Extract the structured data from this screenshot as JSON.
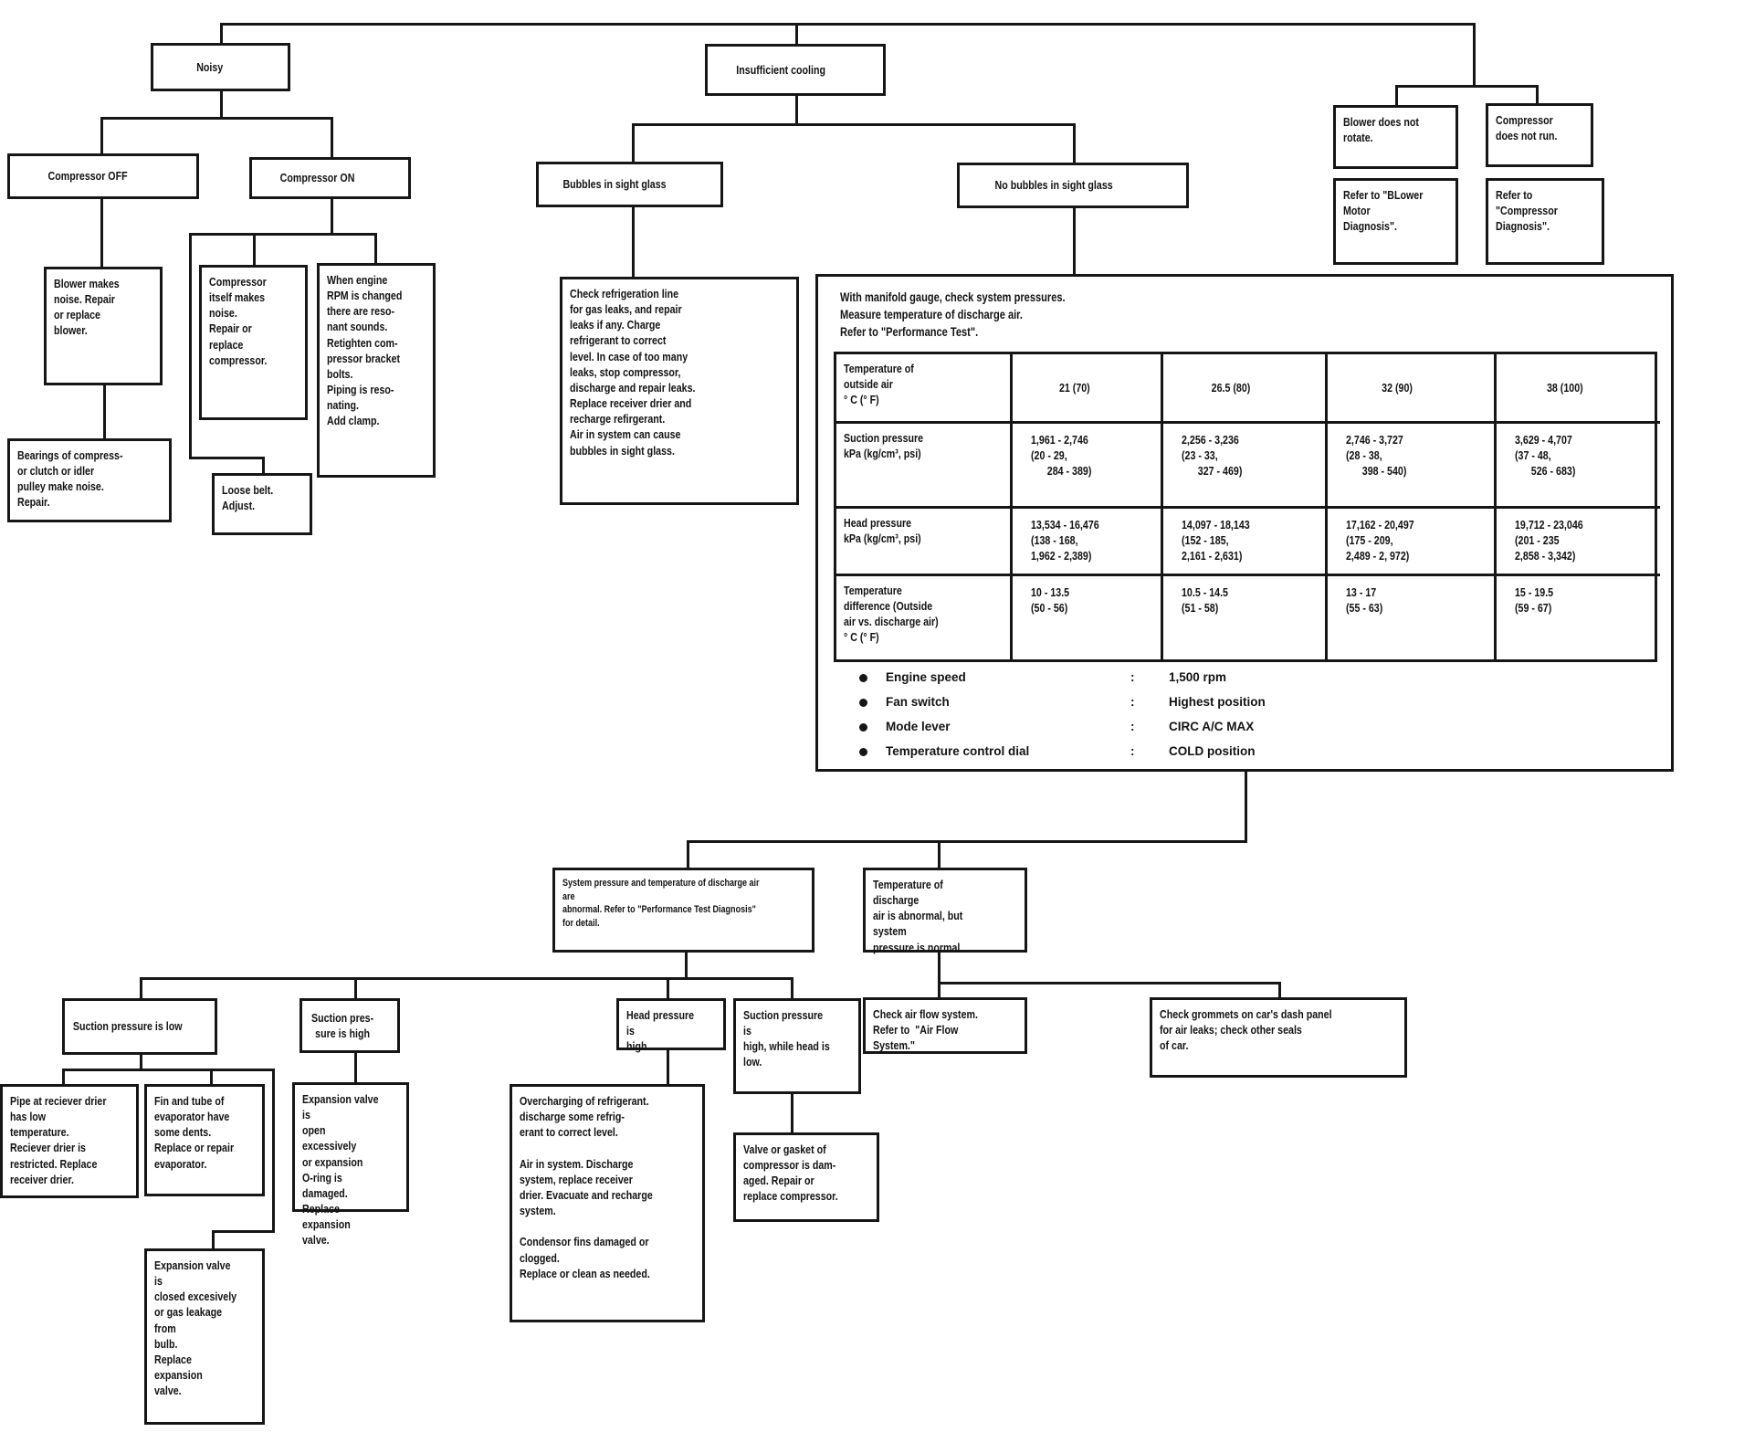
{
  "nodes": {
    "noisy": "Noisy",
    "compressor_off": "Compressor OFF",
    "compressor_on": "Compressor ON",
    "blower_noise": "Blower makes\nnoise. Repair\nor replace\nblower.",
    "bearings": "Bearings of compress-\nor clutch or idler\npulley make noise.\nRepair.",
    "compressor_itself": "Compressor\nitself makes\nnoise.\nRepair or\nreplace\ncompressor.",
    "loose_belt": "Loose belt.\nAdjust.",
    "when_engine": "When engine\nRPM is changed\nthere are reso-\nnant sounds.\nRetighten com-\npressor bracket\nbolts.\nPiping is reso-\nnating.\nAdd clamp.",
    "insufficient_cooling": "Insufficient cooling",
    "bubbles": "Bubbles in sight glass",
    "no_bubbles": "No bubbles in sight glass",
    "check_refrigeration": "Check refrigeration line\nfor gas leaks, and repair\nleaks if any. Charge\nrefrigerant to correct\nlevel. In case of too many\nleaks, stop compressor,\ndischarge and repair leaks.\nReplace receiver drier and\nrecharge refirgerant.\nAir in system can cause\nbubbles in sight glass.",
    "blower_not_rotate": "Blower does not\nrotate.",
    "refer_blower": "Refer to \"BLower\nMotor\nDiagnosis\".",
    "compressor_not_run": "Compressor\ndoes not run.",
    "refer_compressor": "Refer to\n\"Compressor\nDiagnosis\".",
    "sys_abnormal": "System pressure and temperature of discharge air are\nabnormal. Refer to \"Performance Test Diagnosis\"\nfor detail.",
    "temp_abnormal": "Temperature of discharge\nair is abnormal, but system\npressure is normal.",
    "suction_low": "Suction pressure is low",
    "suction_high": "Suction pres-\nsure is high",
    "head_high": "Head pressure is\nhigh.",
    "suction_high_head_low": "Suction pressure is\nhigh, while head is\nlow.",
    "pipe_receiver": "Pipe at reciever drier\nhas low temperature.\nReciever drier is\nrestricted. Replace\nreceiver drier.",
    "fin_tube": "Fin and tube of\nevaporator have\nsome dents.\nReplace or repair\nevaporator.",
    "expansion_closed": "Expansion valve is\nclosed excesively\nor gas leakage from\nbulb.\nReplace expansion\nvalve.",
    "expansion_open": "Expansion valve is\nopen excessively\nor expansion\nO-ring is damaged.\nReplace expansion\nvalve.",
    "overcharging": "Overcharging of refrigerant.\ndischarge some refrig-\nerant to correct level.\n\nAir in system. Discharge\nsystem, replace receiver\ndrier. Evacuate and recharge\nsystem.\n\nCondensor fins damaged or\nclogged.\nReplace or clean as needed.",
    "valve_gasket": "Valve or gasket of\ncompressor is dam-\naged. Repair or\nreplace compressor.",
    "check_airflow": "Check air flow system.\nRefer to  \"Air Flow System.\"",
    "check_grommets": "Check grommets on car's dash panel\nfor air leaks; check other seals\nof car."
  },
  "big_box": {
    "intro": "With manifold gauge, check system pressures.\nMeasure temperature of discharge air.\nRefer to \"Performance Test\".",
    "table": {
      "corner": "Temperature of\noutside air\n° C (° F)",
      "col_headers": [
        "21 (70)",
        "26.5 (80)",
        "32 (90)",
        "38 (100)"
      ],
      "rows": [
        {
          "label": "Suction pressure\nkPa (kg/cm³, psi)",
          "values": [
            "1,961 - 2,746\n(20 - 29,\n      284 - 389)",
            "2,256 - 3,236\n(23 - 33,\n      327 - 469)",
            "2,746 - 3,727\n(28 - 38,\n      398 - 540)",
            "3,629 - 4,707\n(37 - 48,\n      526 - 683)"
          ]
        },
        {
          "label": "Head pressure\nkPa (kg/cm³, psi)",
          "values": [
            "13,534 - 16,476\n(138 - 168,\n1,962 - 2,389)",
            "14,097 - 18,143\n(152 - 185,\n2,161 - 2,631)",
            "17,162 - 20,497\n(175 - 209,\n2,489 - 2, 972)",
            "19,712 - 23,046\n(201 - 235\n2,858 - 3,342)"
          ]
        },
        {
          "label": "Temperature\ndifference (Outside\nair vs. discharge air)\n° C (° F)",
          "values": [
            "10 - 13.5\n(50 - 56)",
            "10.5 - 14.5\n(51 - 58)",
            "13 - 17\n(55 - 63)",
            "15 - 19.5\n(59 - 67)"
          ]
        }
      ]
    },
    "separator": ":",
    "conditions": [
      {
        "label": "Engine speed",
        "value": "1,500 rpm"
      },
      {
        "label": "Fan switch",
        "value": "Highest position"
      },
      {
        "label": "Mode lever",
        "value": "CIRC A/C MAX"
      },
      {
        "label": "Temperature control dial",
        "value": "COLD position"
      }
    ]
  }
}
